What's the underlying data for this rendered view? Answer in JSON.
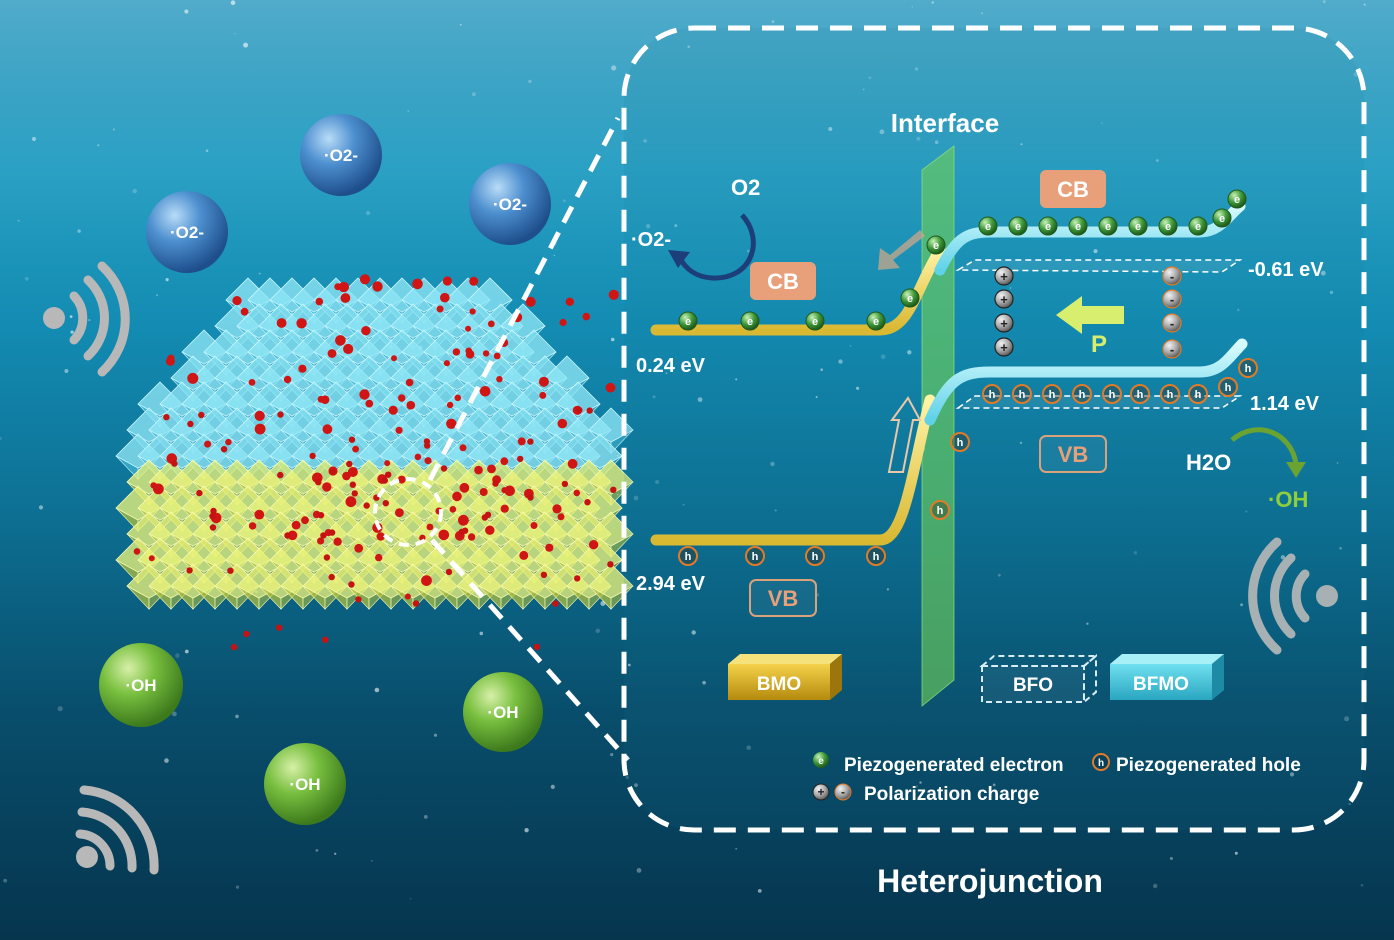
{
  "title": "Heterojunction",
  "interface_label": "Interface",
  "radicals": {
    "superoxide": "·O2-",
    "hydroxyl": "·OH"
  },
  "left_material": {
    "cb_label": "CB",
    "vb_label": "VB",
    "cb_energy": "0.24 eV",
    "vb_energy": "2.94 eV",
    "name": "BMO",
    "o2_label": "O2",
    "product_label": "·O2-"
  },
  "right_material": {
    "cb_label": "CB",
    "vb_label": "VB",
    "cb_energy": "-0.61 eV",
    "vb_energy": "1.14 eV",
    "names": [
      "BFO",
      "BFMO"
    ],
    "water_label": "H2O",
    "product_label": "·OH",
    "polarization_arrow": "P"
  },
  "carrier_symbols": {
    "electron": "e",
    "hole": "h",
    "plus": "+",
    "minus": "-"
  },
  "legend": {
    "electron": "Piezogenerated electron",
    "hole": "Piezogenerated hole",
    "polarization": "Polarization charge"
  },
  "colors": {
    "electron": "#2e7d32",
    "hole": "#e07b2a",
    "cb_box": "#e8a07a",
    "bmo_band": "#e8d36a",
    "bfmo_band": "#7fe4f2",
    "interface": "#6fcf57",
    "o2_sphere": "#4a86c5",
    "oh_sphere": "#6cb33c"
  }
}
